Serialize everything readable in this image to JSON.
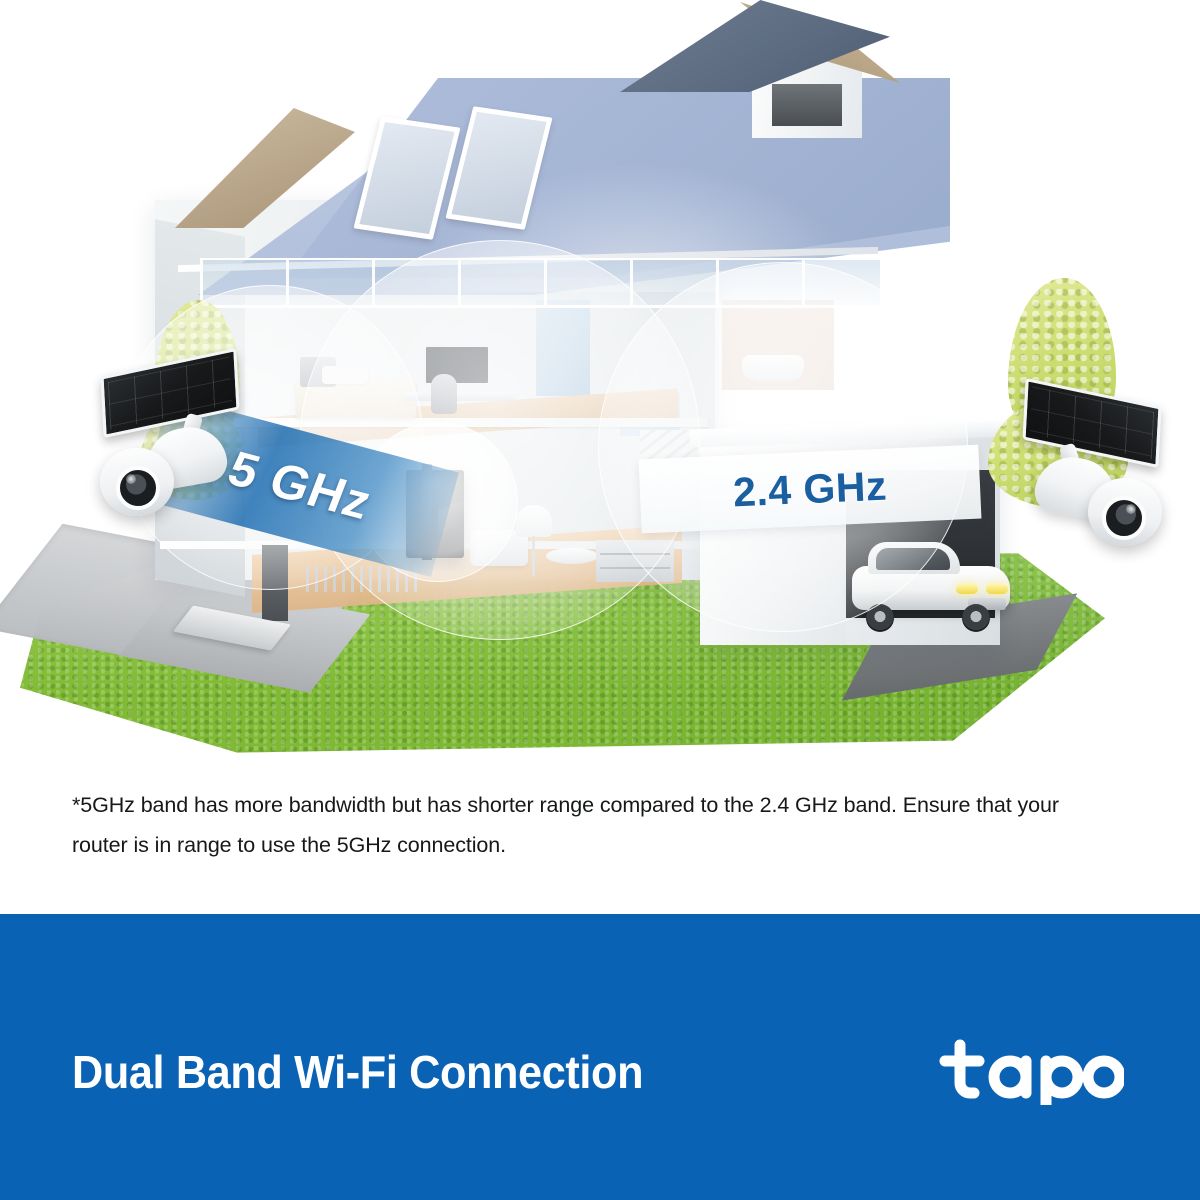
{
  "scene": {
    "label": "cutaway-house-wifi-coverage-illustration",
    "bands": {
      "five_ghz": "5 GHz",
      "two_four_ghz": "2.4 GHz"
    },
    "objects": {
      "camera_left": "solar-powered-security-camera",
      "camera_right": "solar-powered-security-camera",
      "router": "wifi-router",
      "car": "car-in-garage",
      "tree_left": "tree",
      "tree_right": "tree"
    }
  },
  "footnote": {
    "text": "*5GHz band has more bandwidth but has shorter range compared to the 2.4 GHz band. Ensure that your router is in range to use the 5GHz connection."
  },
  "banner": {
    "title": "Dual Band Wi-Fi Connection",
    "brand": "tapo",
    "background_color": "#0a62b4",
    "text_color": "#ffffff"
  },
  "colors": {
    "banner_blue": "#0a62b4",
    "band_5ghz_blue": "#1f6eb2",
    "band_24ghz_text": "#1a5fa0",
    "roof_blue_grey": "#a7b7d6",
    "dormer_roof": "#5c6b80",
    "lawn_green": "#87c33c",
    "gable_tan": "#a89274"
  }
}
